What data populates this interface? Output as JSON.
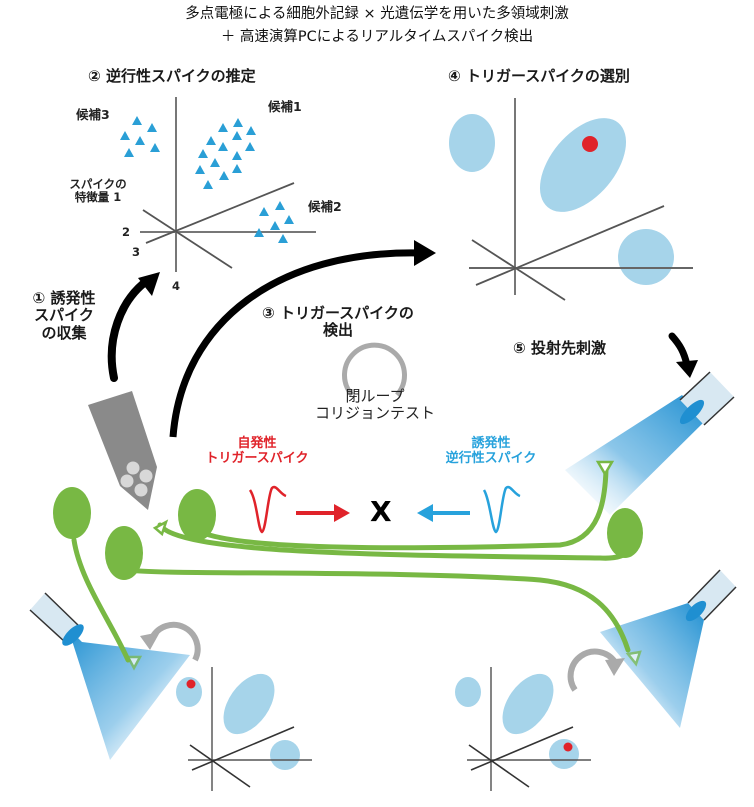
{
  "title": {
    "line1": "多点電極による細胞外記録 × 光遺伝学を用いた多領域刺激",
    "line2": "＋ 高速演算PCによるリアルタイムスパイク検出"
  },
  "steps": {
    "step1": {
      "number": "①",
      "lines": [
        "誘発性",
        "スパイク",
        "の収集"
      ]
    },
    "step2": {
      "number": "②",
      "label": "逆行性スパイクの推定"
    },
    "step3": {
      "number": "③",
      "lines": [
        "トリガースパイクの",
        "検出"
      ]
    },
    "step4": {
      "number": "④",
      "label": "トリガースパイクの選別"
    },
    "step5": {
      "number": "⑤",
      "label": "投射先刺激"
    }
  },
  "feature_plot": {
    "axis_labels": {
      "axis1": [
        "スパイクの",
        "特徴量 1"
      ],
      "axis2": "2",
      "axis3": "3",
      "axis4": "4"
    },
    "candidates": [
      {
        "label": "候補1",
        "points": 15
      },
      {
        "label": "候補2",
        "points": 6
      },
      {
        "label": "候補3",
        "points": 6
      }
    ],
    "marker_color": "#2a9fd6"
  },
  "collision_test": {
    "title": [
      "閉ループ",
      "コリジョンテスト"
    ],
    "spontaneous": [
      "自発性",
      "トリガースパイク"
    ],
    "evoked": [
      "誘発性",
      "逆行性スパイク"
    ],
    "collision_mark": "X"
  },
  "colors": {
    "neuron_green": "#78b844",
    "cluster_blue": "#a6d4ea",
    "trigger_red": "#e0232a",
    "evoked_blue": "#27a2dc",
    "light_blue": "#1f8fd1",
    "probe_gray": "#8a8a8a",
    "loop_gray": "#a8a8a8"
  }
}
